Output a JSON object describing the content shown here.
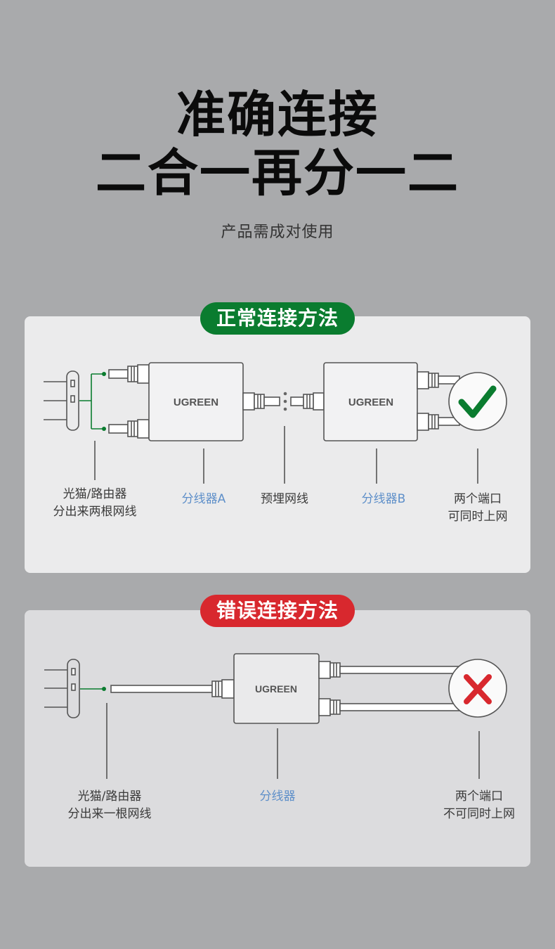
{
  "header": {
    "title_line1": "准确连接",
    "title_line2": "二合一再分一二",
    "subtitle": "产品需成对使用"
  },
  "correct": {
    "badge": "正常连接方法",
    "badge_color": "#0a7c2f",
    "brand_a": "UGREEN",
    "brand_b": "UGREEN",
    "label_source_line1": "光猫/路由器",
    "label_source_line2": "分出来两根网线",
    "label_splitter_a": "分线器A",
    "label_cable": "预埋网线",
    "label_splitter_b": "分线器B",
    "label_ports_line1": "两个端口",
    "label_ports_line2": "可同时上网",
    "check_color": "#0a7c2f"
  },
  "wrong": {
    "badge": "错误连接方法",
    "badge_color": "#d8282e",
    "brand": "UGREEN",
    "label_source_line1": "光猫/路由器",
    "label_source_line2": "分出来一根网线",
    "label_splitter": "分线器",
    "label_ports_line1": "两个端口",
    "label_ports_line2": "不可同时上网",
    "cross_color": "#d8282e"
  }
}
